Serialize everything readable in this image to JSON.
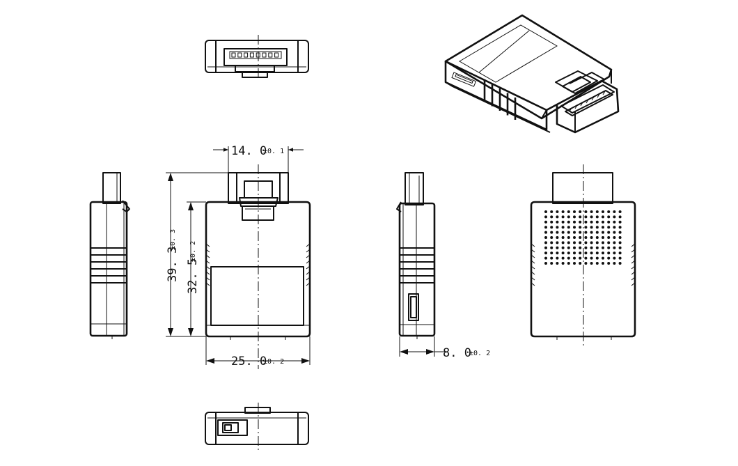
{
  "colors": {
    "line": "#111111",
    "background": "#ffffff"
  },
  "dimensions": {
    "latch_width": {
      "value": "14. 0",
      "tolerance": "±0. 1"
    },
    "total_height": {
      "value": "39. 3",
      "tolerance": "±0. 3"
    },
    "body_height": {
      "value": "32. 5",
      "tolerance": "±0. 2"
    },
    "body_width": {
      "value": "25. 0",
      "tolerance": "±0. 2"
    },
    "thickness": {
      "value": "8. 0",
      "tolerance": "±0. 2"
    }
  }
}
